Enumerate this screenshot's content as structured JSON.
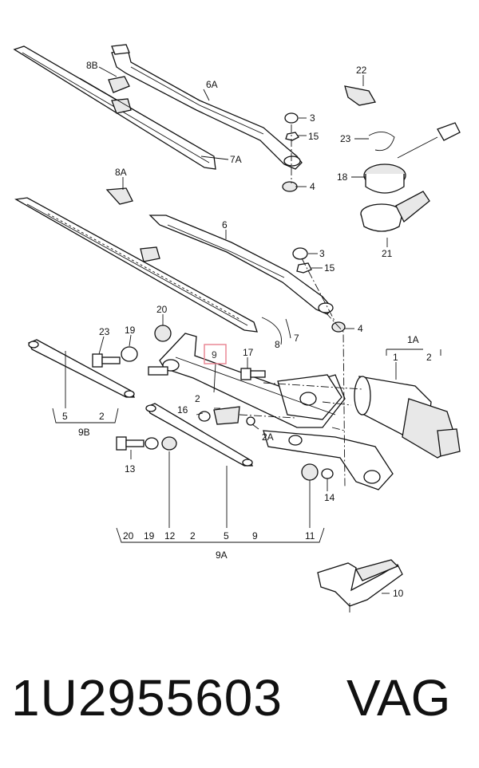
{
  "labels": {
    "l_8B": "8B",
    "l_6A": "6A",
    "l_7A": "7A",
    "l_3a": "3",
    "l_15a": "15",
    "l_4a": "4",
    "l_22": "22",
    "l_23": "23",
    "l_18": "18",
    "l_21": "21",
    "l_8A": "8A",
    "l_6": "6",
    "l_3b": "3",
    "l_15b": "15",
    "l_4b": "4",
    "l_7": "7",
    "l_8": "8",
    "l_20top": "20",
    "l_23b": "23",
    "l_19top": "19",
    "l_9box": "9",
    "l_17": "17",
    "l_1A": "1A",
    "l_1": "1",
    "l_2r": "2",
    "l_5left": "5",
    "l_2left": "2",
    "l_9B": "9B",
    "l_2mid": "2",
    "l_16": "16",
    "l_2A": "2A",
    "l_13": "13",
    "l_14": "14",
    "l_10": "10",
    "l_9A": "9A"
  },
  "bottom_row": [
    "20",
    "19",
    "12",
    "2",
    "5",
    "9",
    "11"
  ],
  "highlight_color": "#e8808f",
  "footer": {
    "part_number": "1U2955603",
    "brand": "VAG"
  }
}
